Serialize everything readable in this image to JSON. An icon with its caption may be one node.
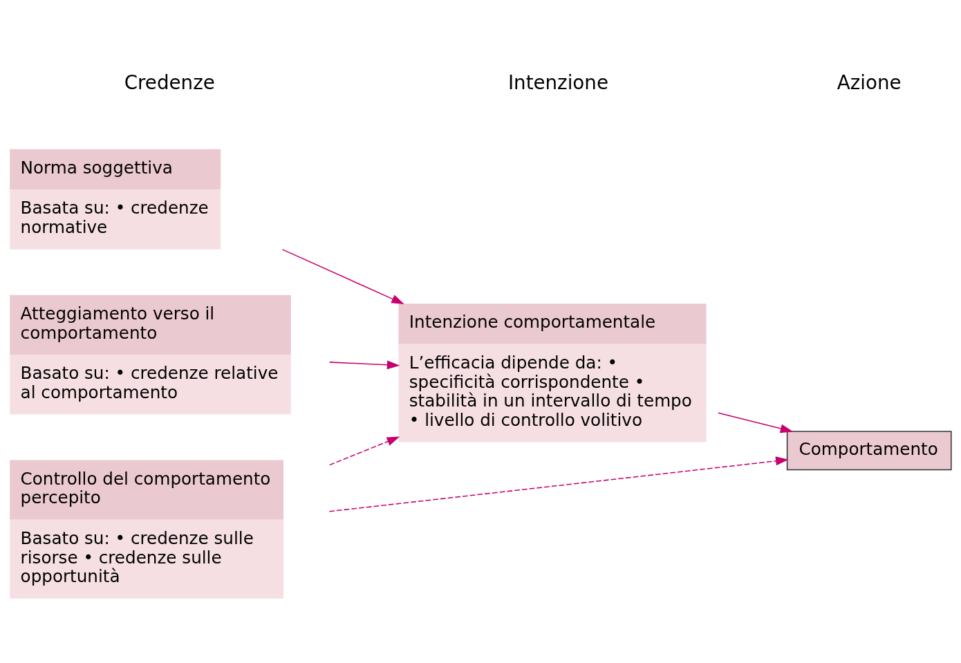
{
  "diagram": {
    "nodes": [
      {
        "text": [
          "Norma soggettiva",
          "Basata su: • credenze normative"
        ]
      },
      {
        "text": [
          "Atteggiamento verso il comportamento",
          "Basato su: • credenze relative al comportamento"
        ]
      },
      {
        "text": [
          "Controllo del comportamento percepito",
          "Basato su: • credenze sulle risorse • credenze sulle opportunità"
        ]
      },
      {
        "text": [
          "Intenzione comportamentale",
          "L’efficacia dipende da: • specificità corrispondente • stabilità in un intervallo di tempo • livello di controllo volitivo"
        ]
      },
      {
        "text": [
          "Comportamento"
        ]
      }
    ],
    "edges": [
      {
        "from": 0,
        "to": 3,
        "arrow": "to"
      },
      {
        "from": 1,
        "to": 3,
        "arrow": "to"
      },
      {
        "from": 2,
        "to": 3,
        "arrow": "to",
        "style": "dashed"
      },
      {
        "from": 2,
        "to": 4,
        "arrow": "to",
        "style": "dashed"
      },
      {
        "from": 3,
        "to": 4,
        "arrow": "to"
      }
    ],
    "labels": [
      "Credenze",
      "Intenzione",
      "Azione"
    ]
  }
}
